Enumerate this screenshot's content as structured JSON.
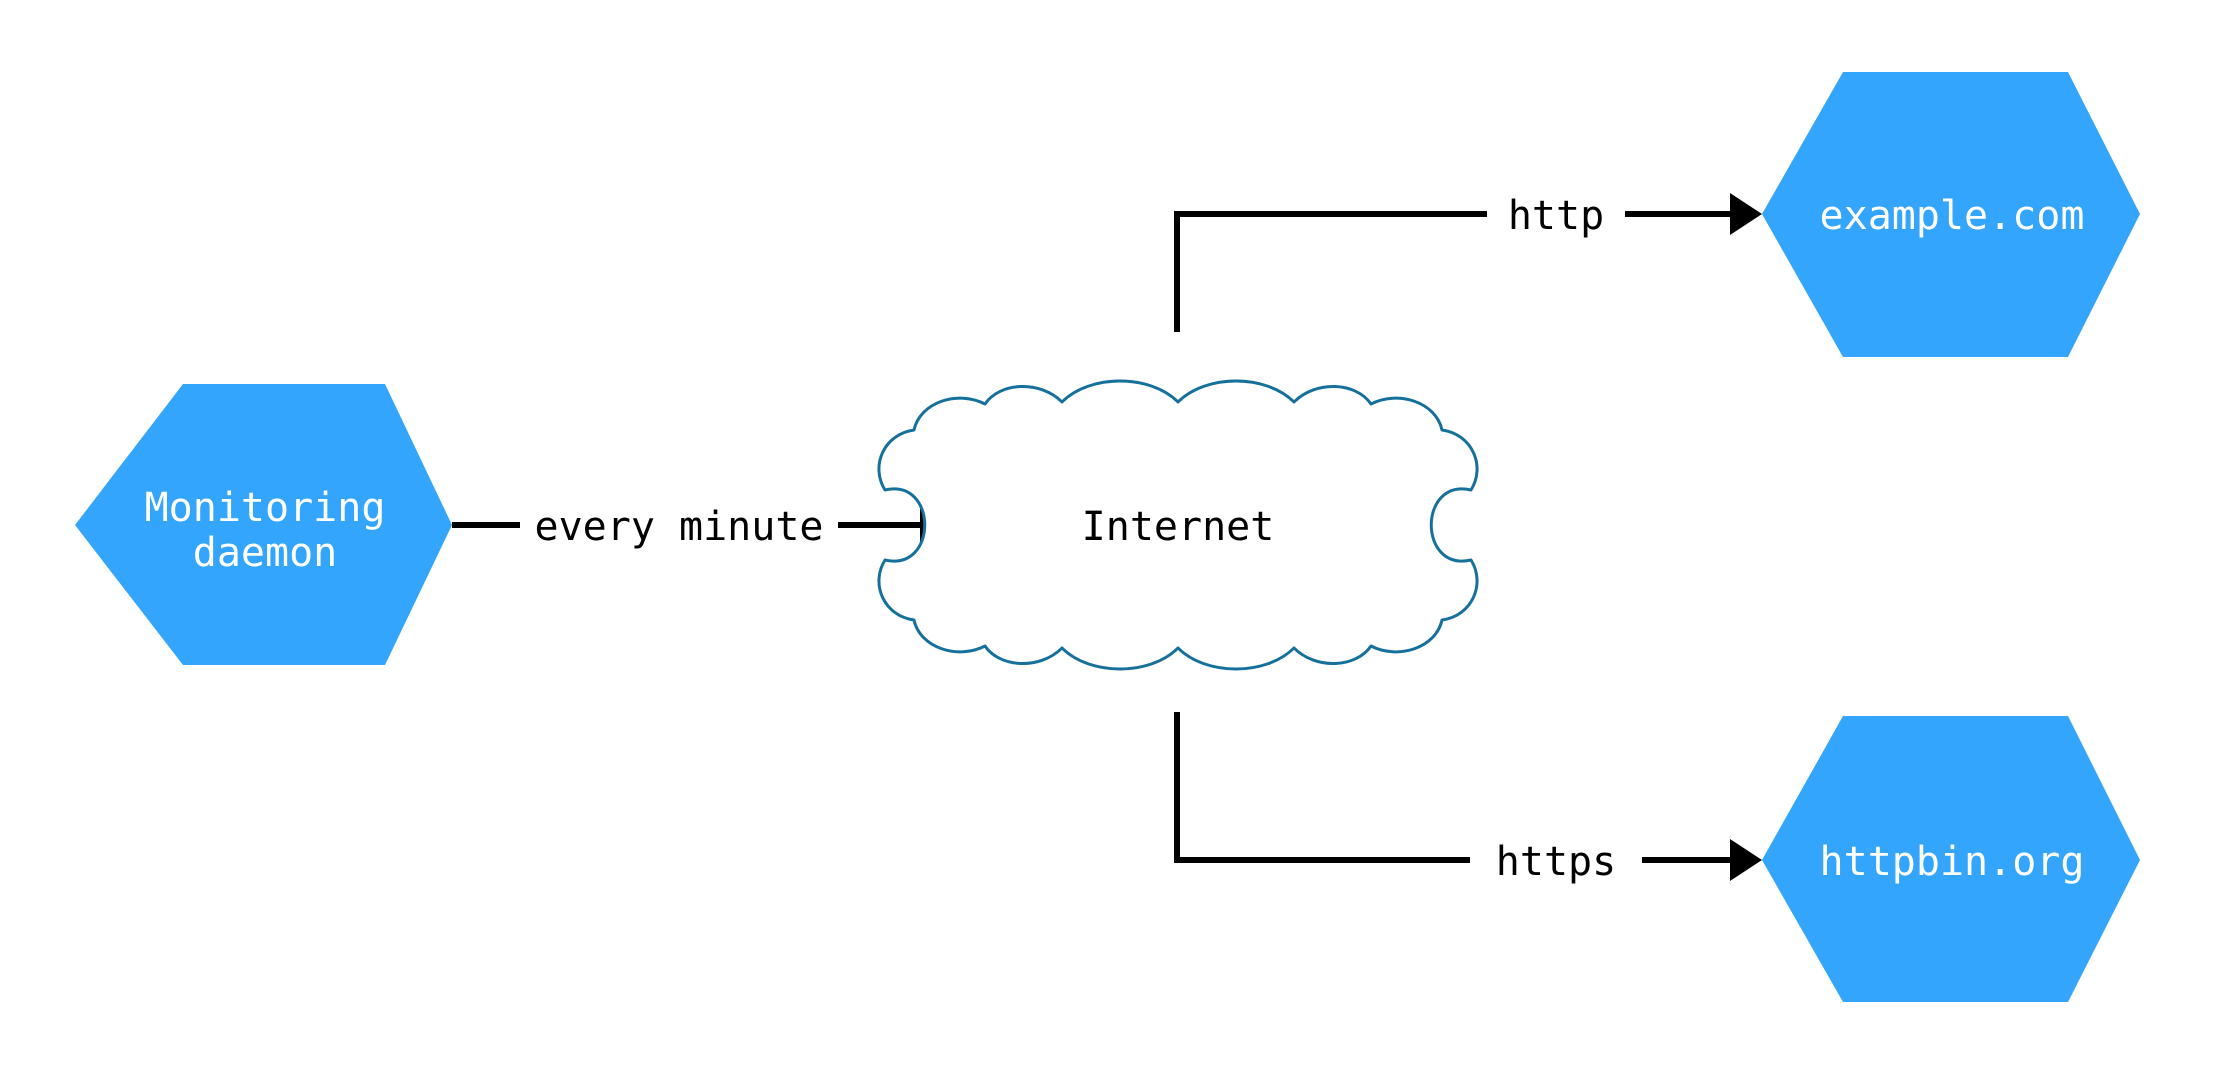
{
  "diagram": {
    "background_color": "#ffffff",
    "title": "Monitoring daemon network diagram",
    "nodes": [
      {
        "id": "monitoring-daemon",
        "shape": "hexagon",
        "fill": "#33a5fc",
        "text_color": "#ffffff",
        "label_line1": "Monitoring",
        "label_line2": "daemon"
      },
      {
        "id": "internet",
        "shape": "cloud",
        "fill": "#ffffff",
        "stroke": "#15719b",
        "text_color": "#000000",
        "label": "Internet"
      },
      {
        "id": "example-com",
        "shape": "hexagon",
        "fill": "#33a5fc",
        "text_color": "#ffffff",
        "label": "example.com"
      },
      {
        "id": "httpbin-org",
        "shape": "hexagon",
        "fill": "#33a5fc",
        "text_color": "#ffffff",
        "label": "httpbin.org"
      }
    ],
    "edges": [
      {
        "id": "daemon-to-internet",
        "from": "monitoring-daemon",
        "to": "internet",
        "label": "every minute",
        "color": "#000000"
      },
      {
        "id": "internet-to-example",
        "from": "internet",
        "to": "example-com",
        "label": "http",
        "color": "#000000"
      },
      {
        "id": "internet-to-httpbin",
        "from": "internet",
        "to": "httpbin-org",
        "label": "https",
        "color": "#000000"
      }
    ]
  }
}
